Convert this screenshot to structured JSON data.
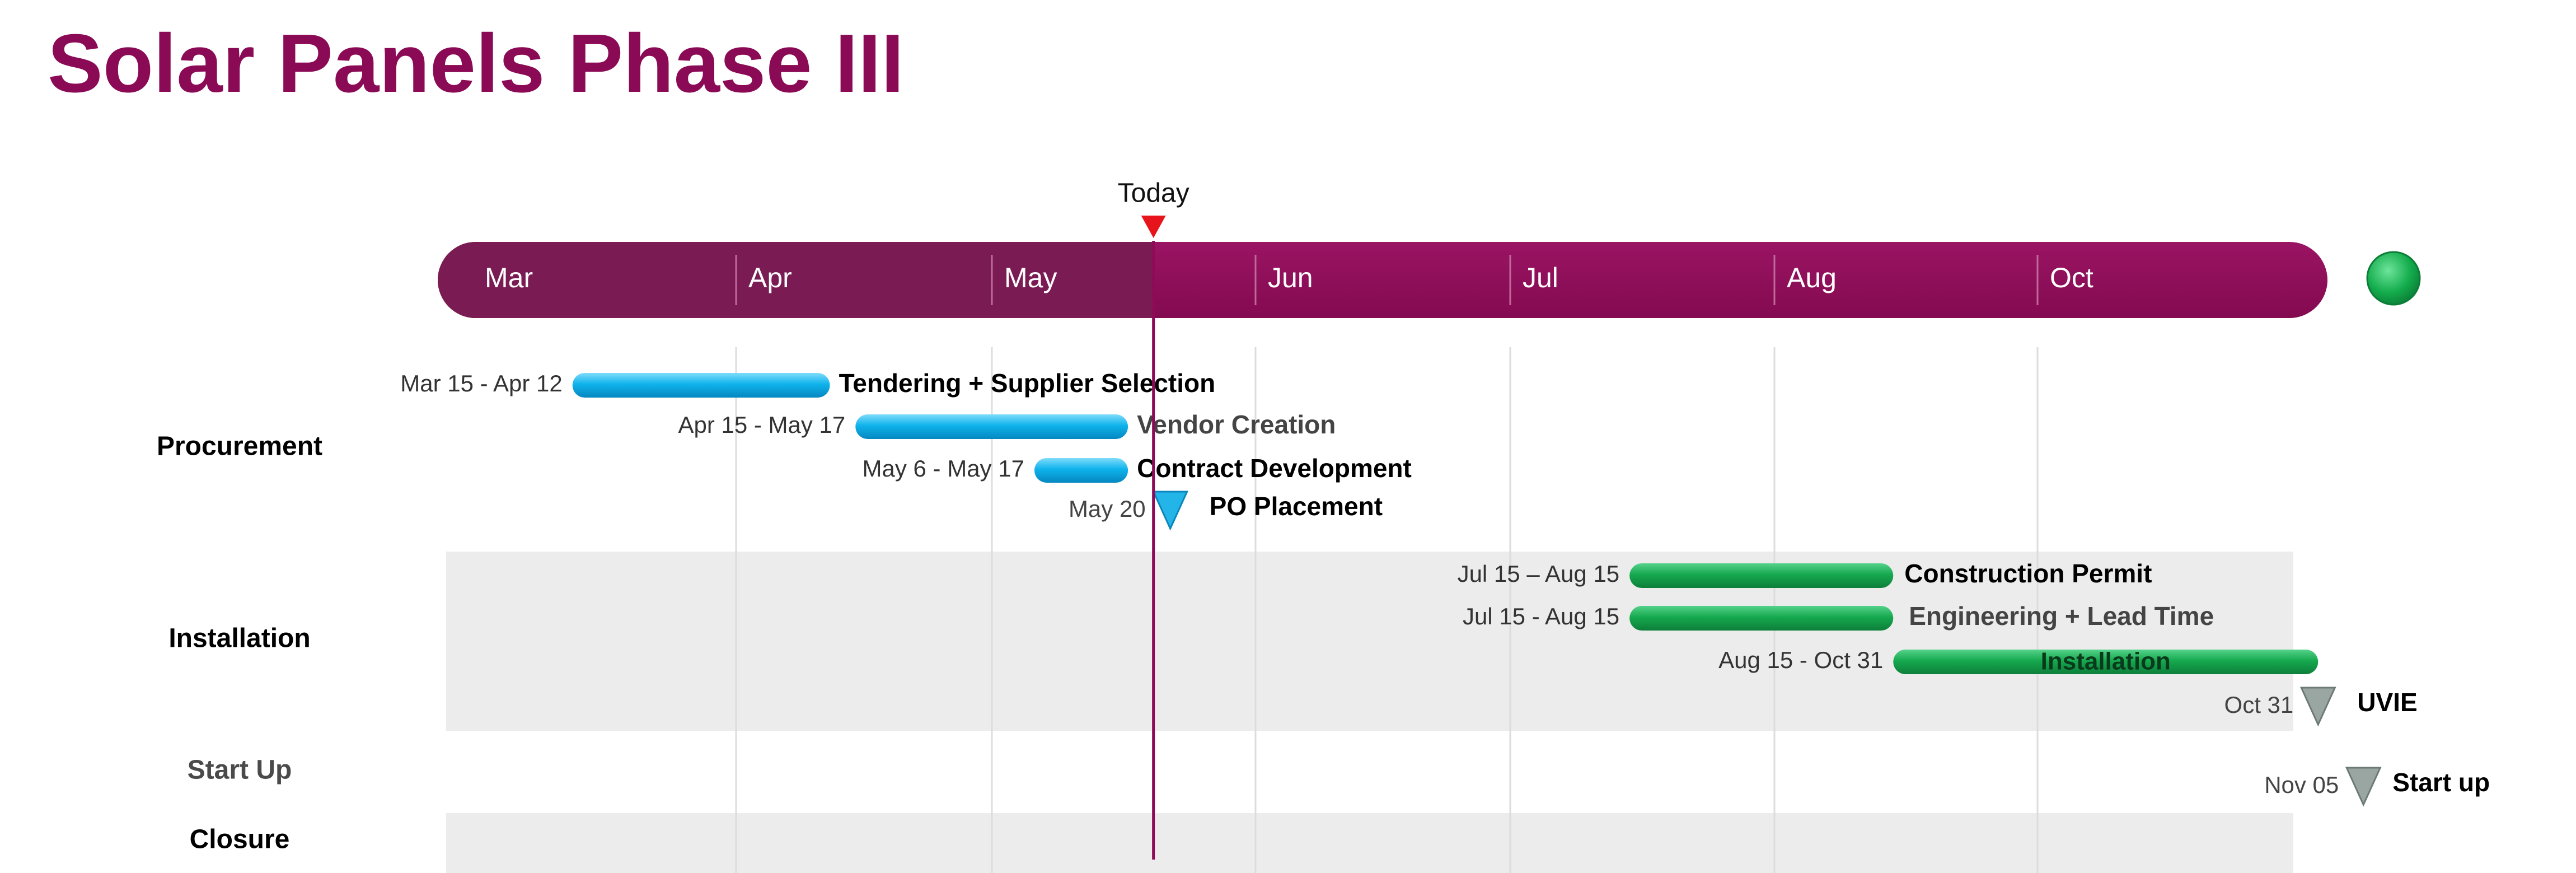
{
  "title": "Solar Panels Phase III",
  "today_label": "Today",
  "colors": {
    "title": "#8b0a55",
    "timescale": "#8e0b57",
    "timescale_elapsed": "#7a1c53",
    "today_marker": "#e8141b",
    "procurement": "#0eb2ea",
    "installation": "#13a84e",
    "milestone_blue": "#23b5e8",
    "milestone_gray": "#9aa6a2",
    "band": "#ececec",
    "end_dot": "#12ad4c"
  },
  "chart_data": {
    "type": "gantt",
    "title": "Solar Panels Phase III",
    "today": "May 20",
    "months": [
      "Mar",
      "Apr",
      "May",
      "Jun",
      "Jul",
      "Aug",
      "Oct"
    ],
    "swimlanes": [
      "Procurement",
      "Installation",
      "Start Up",
      "Closure"
    ],
    "tasks": [
      {
        "lane": "Procurement",
        "name": "Tendering + Supplier Selection",
        "dates": "Mar 15 - Apr 12",
        "start": "03-15",
        "end": "04-12"
      },
      {
        "lane": "Procurement",
        "name": "Vendor Creation",
        "dates": "Apr 15 - May 17",
        "start": "04-15",
        "end": "05-17"
      },
      {
        "lane": "Procurement",
        "name": "Contract Development",
        "dates": "May 6 - May 17",
        "start": "05-06",
        "end": "05-17"
      },
      {
        "lane": "Installation",
        "name": "Construction Permit",
        "dates": "Jul 15 – Aug 15",
        "start": "07-15",
        "end": "08-15"
      },
      {
        "lane": "Installation",
        "name": "Engineering + Lead Time",
        "dates": "Jul 15 - Aug 15",
        "start": "07-15",
        "end": "08-15"
      },
      {
        "lane": "Installation",
        "name": "Installation",
        "dates": "Aug 15 - Oct 31",
        "start": "08-15",
        "end": "10-31"
      }
    ],
    "milestones": [
      {
        "lane": "Procurement",
        "name": "PO Placement",
        "date": "May 20",
        "on": "05-20"
      },
      {
        "lane": "Installation",
        "name": "UVIE",
        "date": "Oct 31",
        "on": "10-31"
      },
      {
        "lane": "Start Up",
        "name": "Start up",
        "date": "Nov 05",
        "on": "11-05"
      }
    ]
  }
}
